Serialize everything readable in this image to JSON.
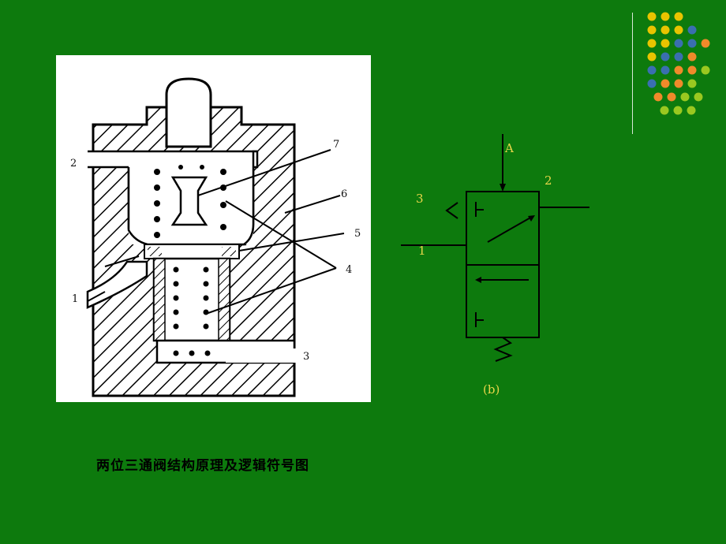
{
  "structure_labels": {
    "n7": "7",
    "n6": "6",
    "n5": "5",
    "n4": "4",
    "n2": "2",
    "n1": "1",
    "n3": "3"
  },
  "symbol_labels": {
    "a": "A",
    "p2": "2",
    "p3": "3",
    "p1": "1",
    "sub": "(b)"
  },
  "caption": "两位三通阀结构原理及逻辑符号图",
  "colors": {
    "background": "#0d7a0d",
    "symbol_text": "#e8d64a",
    "dot_yellow": "#e8c400",
    "dot_blue": "#3a6fb0",
    "dot_orange": "#f08a2a",
    "dot_green": "#9ac820"
  }
}
